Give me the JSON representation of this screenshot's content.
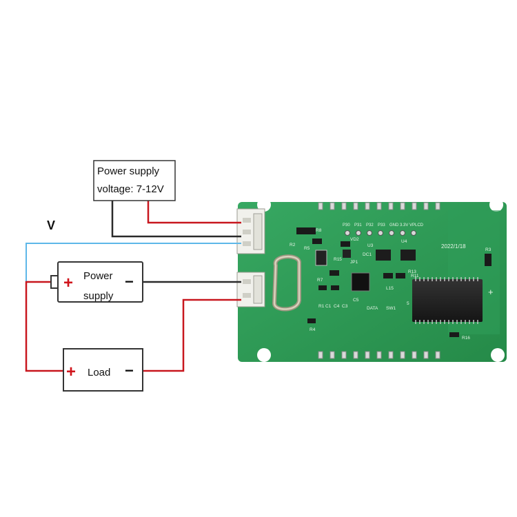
{
  "supply_note": {
    "line1": "Power supply",
    "line2": "voltage: 7-12V"
  },
  "voltage_label": "V",
  "power_supply": {
    "line1": "Power",
    "line2": "supply",
    "plus": "+",
    "minus": "−"
  },
  "load": {
    "label": "Load",
    "plus": "+",
    "minus": "−"
  },
  "board": {
    "date": "2022/1/18",
    "header_labels": [
      "P30",
      "P31",
      "P32",
      "P33",
      "GND",
      "3.3V",
      "VPLCD"
    ],
    "refs": {
      "r8": "R8",
      "r5": "R5",
      "r2": "R2",
      "r15": "R15",
      "r7": "R7",
      "r1": "R1",
      "c1": "C1",
      "c4": "C4",
      "c3": "C3",
      "c5": "C5",
      "r4": "R4",
      "r3": "R3",
      "r16": "R16",
      "r13": "R13",
      "r11": "R11",
      "u3": "U3",
      "u4": "U4",
      "d2": "VD2",
      "dc1": "DC1",
      "jp1": "JP1",
      "sw1": "SW1",
      "data": "DATA",
      "l15": "L15",
      "q5": "5",
      "plus_mark": "+"
    }
  },
  "colors": {
    "wire_red": "#c8161d",
    "wire_black": "#2a2a2a",
    "wire_blue": "#5db7e8",
    "plus_red": "#d0141b",
    "pcb_green": "#2e9a55",
    "pcb_dark": "#1f7a40"
  }
}
